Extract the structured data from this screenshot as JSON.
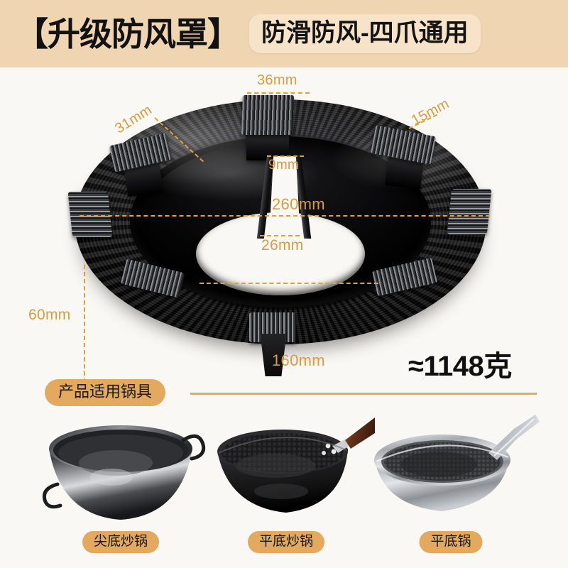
{
  "header": {
    "title": "【升级防风罩】",
    "subtitle": "防滑防风-四爪通用"
  },
  "product": {
    "weight_label": "≈1148克",
    "measurements": [
      {
        "id": "top-claw-width",
        "value": "36mm"
      },
      {
        "id": "left-claw-length",
        "value": "31mm"
      },
      {
        "id": "right-claw-width",
        "value": "15mm"
      },
      {
        "id": "slot-top-width",
        "value": "9mm"
      },
      {
        "id": "outer-diameter",
        "value": "260mm"
      },
      {
        "id": "slot-bottom-width",
        "value": "26mm"
      },
      {
        "id": "inner-diameter",
        "value": "160mm"
      },
      {
        "id": "height",
        "value": "60mm"
      }
    ]
  },
  "compat_section": {
    "badge": "产品适用锅具",
    "pans": [
      {
        "name": "尖底炒锅",
        "art": "round-bottom-wok"
      },
      {
        "name": "平底炒锅",
        "art": "flat-bottom-wok"
      },
      {
        "name": "平底锅",
        "art": "stainless-frying-pan"
      }
    ]
  },
  "colors": {
    "header_band": "#efd5b2",
    "subtitle_badge": "#f7e4c8",
    "accent_orange": "#e3a95e",
    "dimension_text": "#d99c3f",
    "background": "#faf8f4",
    "product_black": "#141415"
  }
}
